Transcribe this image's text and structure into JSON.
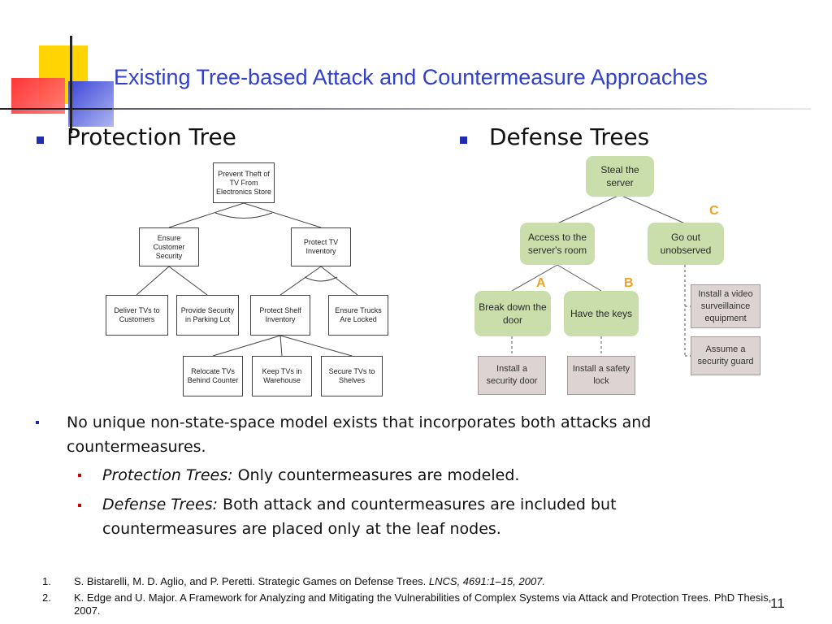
{
  "slide": {
    "title": "Existing Tree-based Attack and Countermeasure Approaches",
    "page_number": "11"
  },
  "sections": {
    "left_heading": "Protection Tree",
    "right_heading": "Defense Trees"
  },
  "protection_tree": {
    "root": "Prevent Theft of TV From Electronics Store",
    "ensure_security": "Ensure Customer Security",
    "protect_inventory": "Protect TV Inventory",
    "deliver": "Deliver TVs to Customers",
    "parking": "Provide Security in Parking Lot",
    "shelf": "Protect Shelf Inventory",
    "trucks": "Ensure Trucks Are Locked",
    "relocate": "Relocate TVs Behind Counter",
    "warehouse": "Keep TVs in Warehouse",
    "secure": "Secure TVs to Shelves"
  },
  "defense_tree": {
    "root": "Steal the server",
    "access": "Access to the server's room",
    "unobserved": "Go out unobserved",
    "break": "Break down the door",
    "keys": "Have the keys",
    "security_door": "Install a security door",
    "safety_lock": "Install a safety lock",
    "video": "Install a video surveillaince equipment",
    "guard": "Assume a security guard",
    "label_a": "A",
    "label_b": "B",
    "label_c": "C"
  },
  "body": {
    "main_bullet": "No unique  non-state-space model exists that incorporates both attacks and countermeasures.",
    "sub1_italic": "Protection Trees:",
    "sub1_text": " Only countermeasures are modeled.",
    "sub2_italic": "Defense Trees",
    "sub2_colon": ":",
    "sub2_text": " Both attack and countermeasures are included but countermeasures are placed only at the leaf nodes."
  },
  "references": [
    {
      "num": "1.",
      "text": "S. Bistarelli, M. D. Aglio, and P. Peretti. Strategic Games on Defense Trees. ",
      "italic": "LNCS, 4691:1–15, 2007."
    },
    {
      "num": "2.",
      "text": "K. Edge and U. Major. A Framework for Analyzing and Mitigating the Vulnerabilities of Complex Systems via Attack and Protection Trees. PhD Thesis, 2007.",
      "italic": ""
    }
  ],
  "colors": {
    "title": "#3040c8",
    "bullet": "#1f2db0",
    "defense_node": "#c9deaa",
    "countermeasure_node": "#dcd3d3",
    "label": "#f0a22a",
    "sub_bullet": "#d10000"
  }
}
